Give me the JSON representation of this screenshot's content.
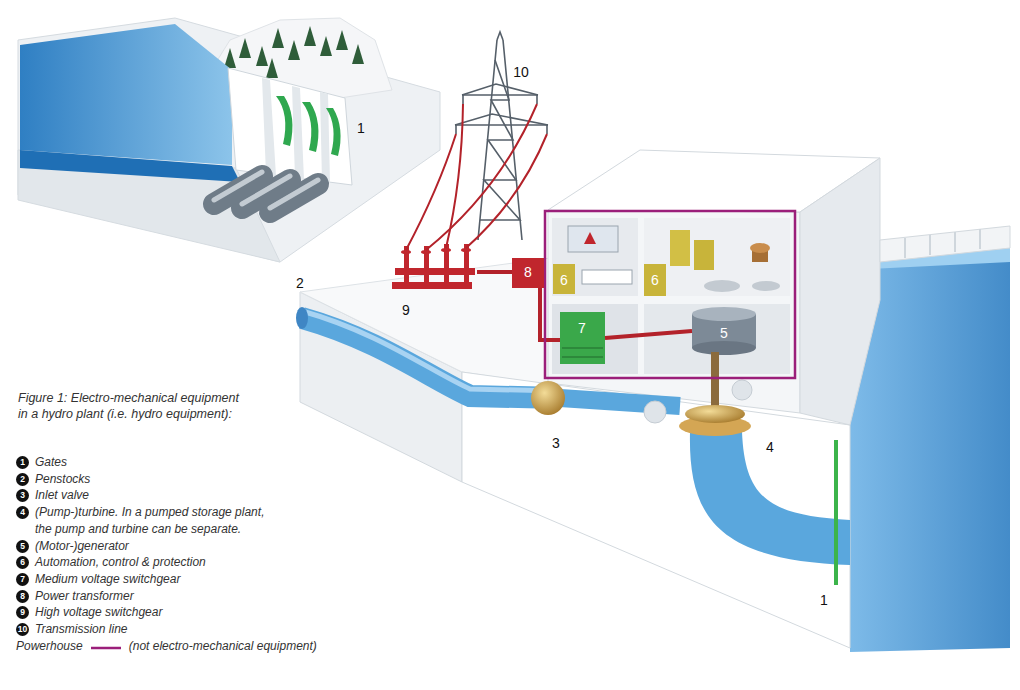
{
  "diagram": {
    "caption": "Figure 1: Electro-mechanical equipment in a hydro plant (i.e. hydro equipment):",
    "labels": [
      "10",
      "1",
      "2",
      "9",
      "8",
      "6",
      "6",
      "5",
      "7",
      "3",
      "4",
      "1",
      "1",
      "2",
      "3",
      "4",
      "5",
      "6",
      "7",
      "8",
      "9",
      "10",
      "(not electro-mechanical equipment)"
    ],
    "legend": [
      {
        "text": "Gates"
      },
      {
        "text": "Penstocks"
      },
      {
        "text": "Inlet valve"
      },
      {
        "text": "(Pump-)turbine. In a pumped storage plant, the pump and turbine can be separate."
      },
      {
        "text": "(Motor-)generator"
      },
      {
        "text": "Automation, control & protection"
      },
      {
        "text": "Medium voltage switchgear"
      },
      {
        "text": "Power transformer"
      },
      {
        "text": "High voltage switchgear"
      },
      {
        "text": "Transmission line"
      },
      {
        "text": "Powerhouse"
      }
    ]
  }
}
